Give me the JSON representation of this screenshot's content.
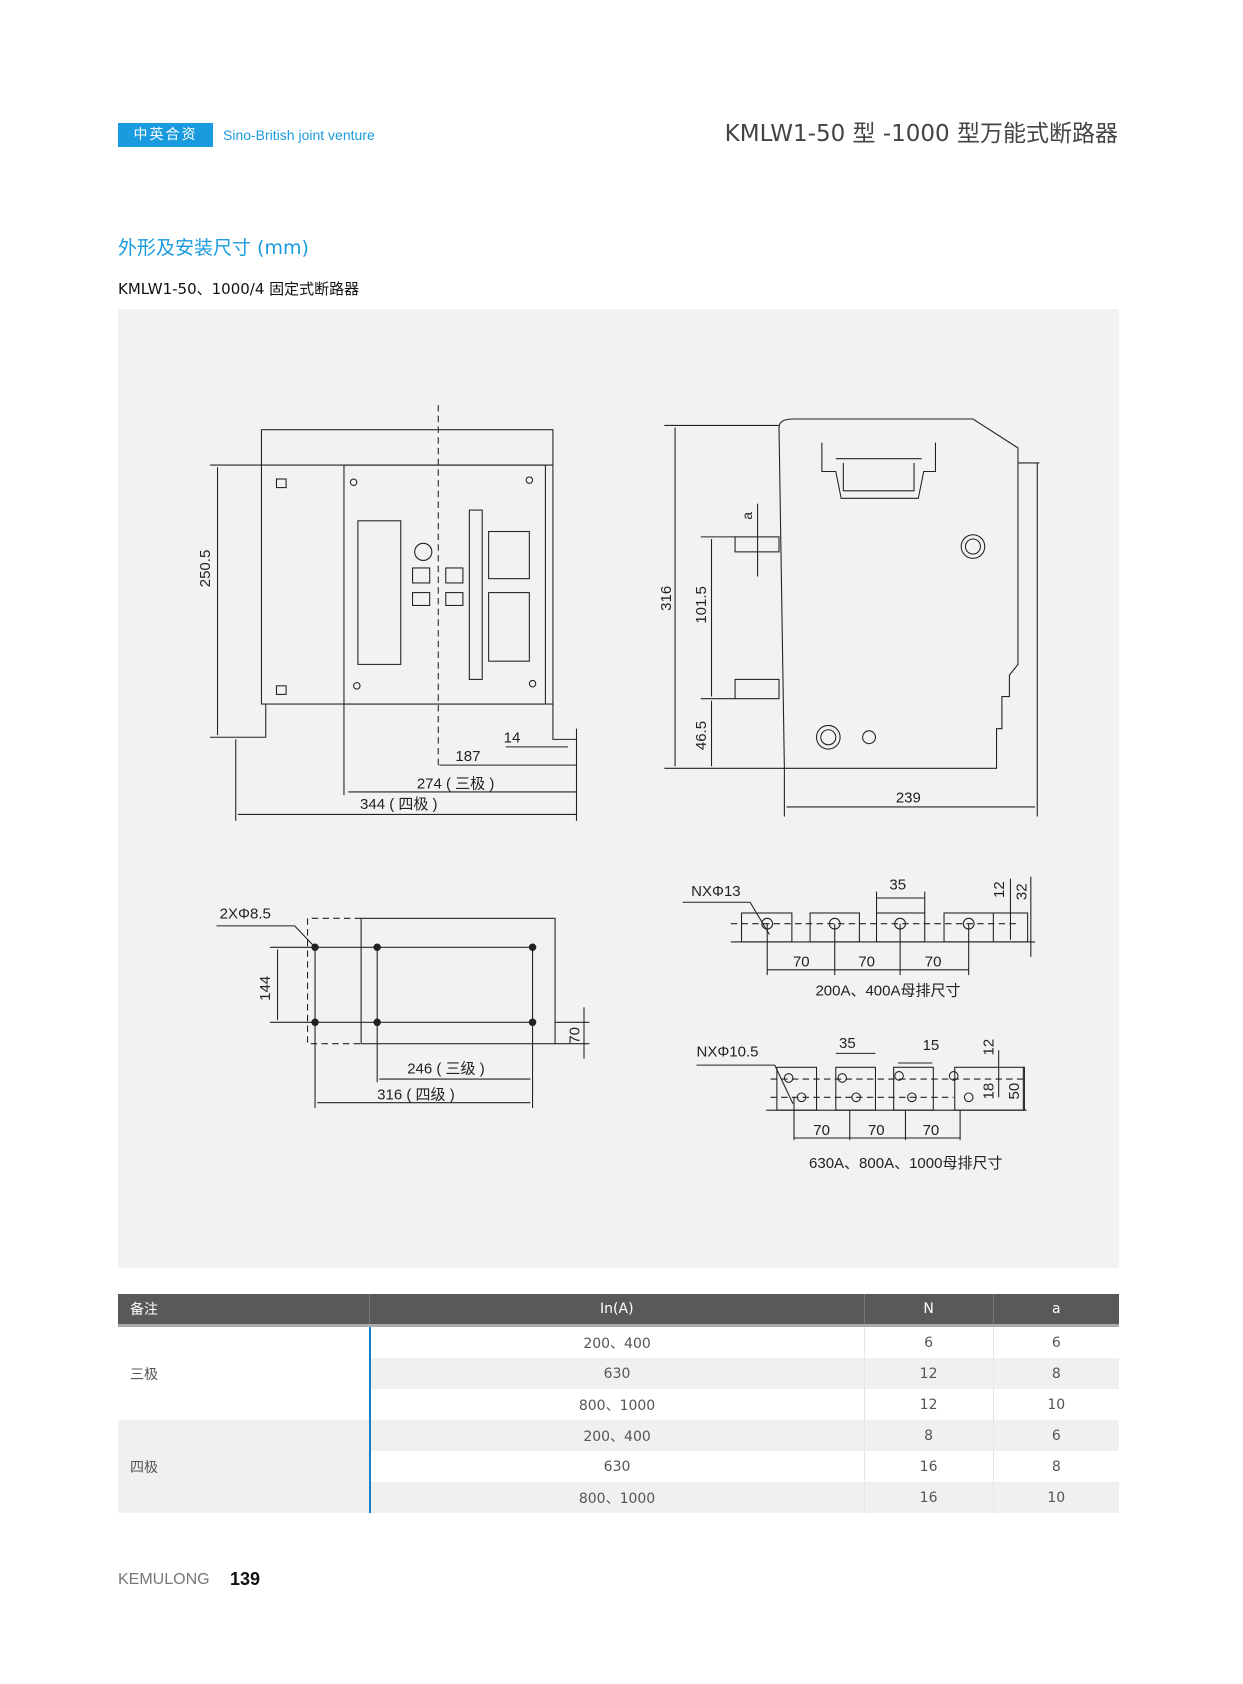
{
  "header": {
    "tag": "中英合资",
    "tag_subtitle": "Sino-British joint venture",
    "title": "KMLW1-50 型 -1000 型万能式断路器"
  },
  "section_title": "外形及安装尺寸 (mm)",
  "subtitle": "KMLW1-50、1000/4 固定式断路器",
  "drawing_labels": {
    "front_height": "250.5",
    "dim_14": "14",
    "dim_187": "187",
    "dim_274": "274 ( 三极 )",
    "dim_344": "344 ( 四极 )",
    "side_316": "316",
    "side_101_5": "101.5",
    "side_46_5": "46.5",
    "side_a": "a",
    "side_239": "239",
    "mount_holes": "2XΦ8.5",
    "mount_144": "144",
    "mount_70": "70",
    "mount_246": "246 ( 三级 )",
    "mount_316": "316 ( 四级 )",
    "bus1_holes": "NXΦ13",
    "bus1_35": "35",
    "bus1_12": "12",
    "bus1_32": "32",
    "bus1_70a": "70",
    "bus1_70b": "70",
    "bus1_70c": "70",
    "bus1_caption": "200A、400A母排尺寸",
    "bus2_holes": "NXΦ10.5",
    "bus2_35": "35",
    "bus2_15": "15",
    "bus2_12": "12",
    "bus2_18": "18",
    "bus2_50": "50",
    "bus2_70a": "70",
    "bus2_70b": "70",
    "bus2_70c": "70",
    "bus2_caption": "630A、800A、1000母排尺寸"
  },
  "table": {
    "headers": [
      "备注",
      "In(A)",
      "N",
      "a"
    ],
    "groups": [
      {
        "label": "三极",
        "rows": [
          [
            "200、400",
            "6",
            "6"
          ],
          [
            "630",
            "12",
            "8"
          ],
          [
            "800、1000",
            "12",
            "10"
          ]
        ]
      },
      {
        "label": "四极",
        "rows": [
          [
            "200、400",
            "8",
            "6"
          ],
          [
            "630",
            "16",
            "8"
          ],
          [
            "800、1000",
            "16",
            "10"
          ]
        ]
      }
    ]
  },
  "footer": {
    "brand": "KEMULONG",
    "page": "139"
  },
  "colors": {
    "accent": "#1a9be0",
    "table_header": "#595959",
    "drawing_bg": "#f2f2f2"
  }
}
